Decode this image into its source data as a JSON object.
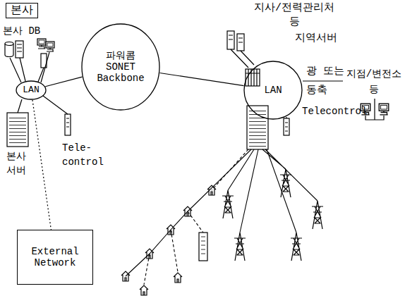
{
  "diagram": {
    "nodes": [
      {
        "text": [
          "본사"
        ]
      },
      {
        "text": [
          "LAN"
        ]
      },
      {
        "text": [
          "파워콤 SONET Backbone"
        ]
      },
      {
        "text": [
          "LAN"
        ]
      },
      {
        "text": [
          "External Network"
        ]
      }
    ],
    "edges": [
      {
        "from": 1,
        "to": 2,
        "arrow": "none"
      },
      {
        "from": 2,
        "to": 3,
        "arrow": "none"
      },
      {
        "from": 1,
        "to": 4,
        "arrow": "none"
      }
    ],
    "labels": [
      "본사 DB",
      "지사/전력관리처 등",
      "지역서버",
      "광 또는 동축",
      "지점/변전소 등",
      "본사 서버",
      "Tele- control",
      "Telecontrol"
    ]
  }
}
